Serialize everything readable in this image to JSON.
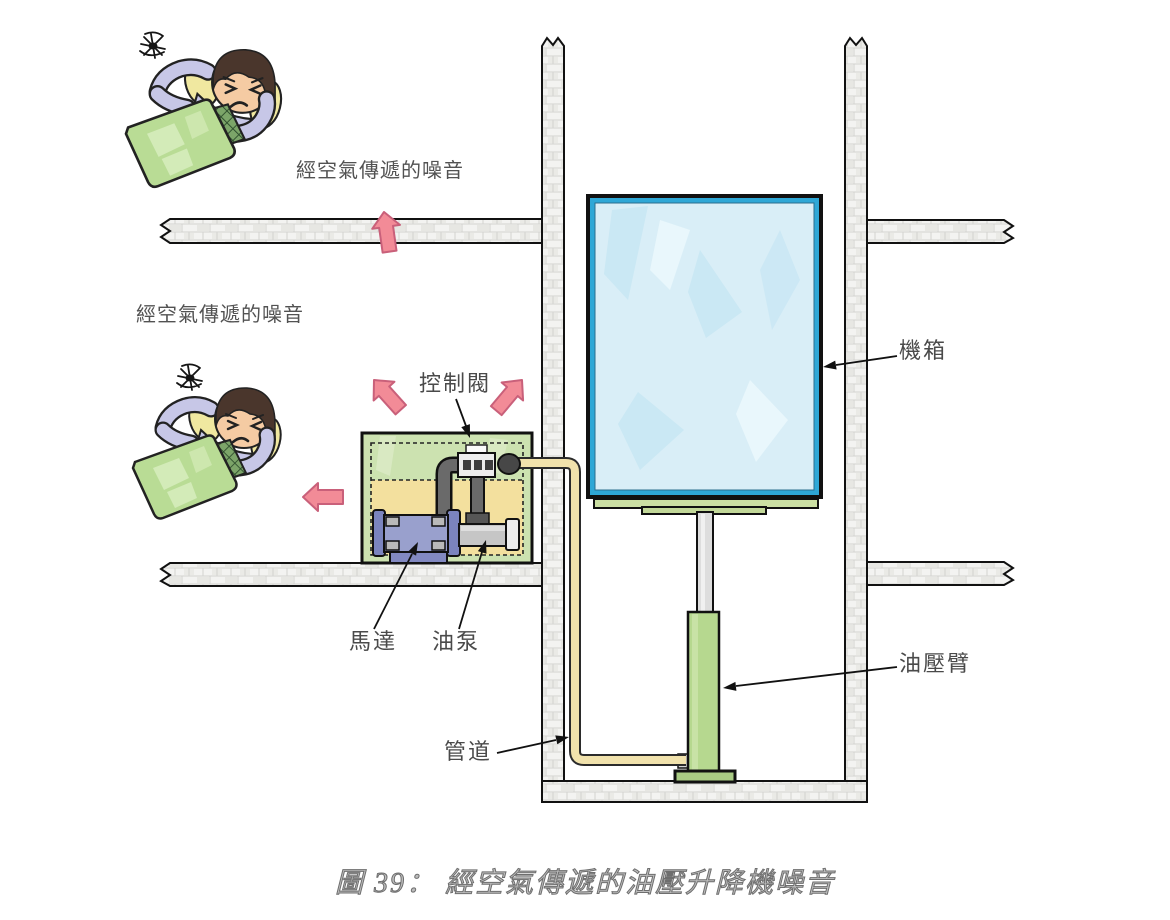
{
  "figure": {
    "caption": "圖 39： 經空氣傳遞的油壓升降機噪音"
  },
  "labels": {
    "airborne_noise_upper": "經空氣傳遞的噪音",
    "airborne_noise_lower": "經空氣傳遞的噪音",
    "control_valve": "控制閥",
    "machine_box": "機箱",
    "motor": "馬達",
    "oil_pump": "油泵",
    "pipe": "管道",
    "hydraulic_arm": "油壓臂"
  },
  "icons": {
    "noise_scribble": "✳",
    "noise_direction_arrow": "➔",
    "annoyed_sleeper": "person-sleeping-annoyed"
  },
  "colors": {
    "arrow_pink": "#F28B97",
    "arrow_pink_outline": "#C9607A",
    "cabin_fill": "#D9EEF7",
    "cabin_border_blue": "#2EA7D6",
    "room_green": "#CCE2B0",
    "room_yellow": "#F3E09E",
    "motor_blue": "#99A0CD",
    "pump_gray": "#C6C6C6",
    "pipe_tan": "#F1E2AC",
    "cylinder_green": "#B6D88F",
    "platform_green": "#CBDFA3",
    "wall_gray": "#F2F2F1",
    "label_gray": "#4A4A4A"
  }
}
